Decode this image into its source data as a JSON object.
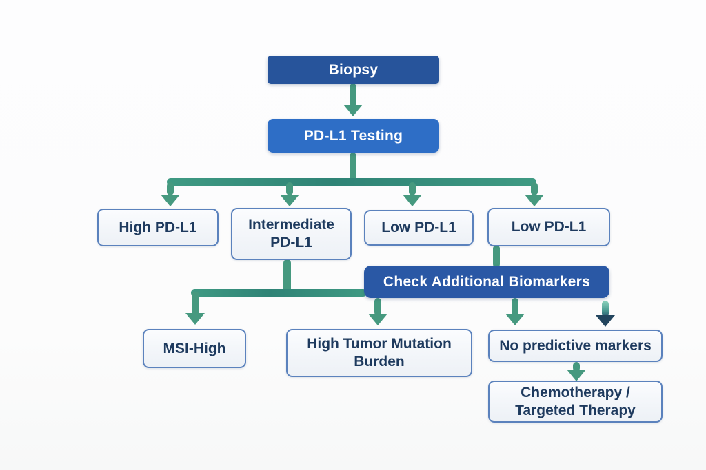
{
  "diagram": {
    "type": "flowchart",
    "subject": "PD-L1 biomarker treatment decision pathway",
    "background": "#fcfcfc",
    "colors": {
      "dark_blue_node": "#27549b",
      "bright_blue_node": "#2e6ec6",
      "medium_blue_node": "#2a58a5",
      "light_node_fill": "#f4f7fa",
      "light_node_border": "#5b82bd",
      "light_node_text": "#1e3a5e",
      "blue_node_text": "#ffffff",
      "connector_teal": "#46997f",
      "connector_dark_navy": "#23455e"
    },
    "nodes": {
      "biopsy": {
        "label": "Biopsy",
        "style": "dark-blue"
      },
      "pdl1_testing": {
        "label": "PD-L1 Testing",
        "style": "bright-blue"
      },
      "high_pdl1": {
        "label": "High PD-L1",
        "style": "light"
      },
      "intermediate_pdl1": {
        "label": "Intermediate PD-L1",
        "style": "light"
      },
      "low_pdl1_1": {
        "label": "Low PD-L1",
        "style": "light"
      },
      "low_pdl1_2": {
        "label": "Low PD-L1",
        "style": "light"
      },
      "check_biomarkers": {
        "label": "Check Additional Biomarkers",
        "style": "medium-blue"
      },
      "msi_high": {
        "label": "MSI-High",
        "style": "light"
      },
      "high_tmb": {
        "label": "High Tumor Mutation Burden",
        "style": "light"
      },
      "no_predictive": {
        "label": "No predictive markers",
        "style": "light"
      },
      "chemo_targeted": {
        "label": "Chemotherapy / Targeted Therapy",
        "style": "light"
      }
    },
    "edges": [
      {
        "from": "Biopsy",
        "to": "PD-L1 Testing"
      },
      {
        "from": "PD-L1 Testing",
        "to": "High PD-L1"
      },
      {
        "from": "PD-L1 Testing",
        "to": "Intermediate PD-L1"
      },
      {
        "from": "PD-L1 Testing",
        "to": "Low PD-L1"
      },
      {
        "from": "PD-L1 Testing",
        "to": "Low PD-L1 (second)"
      },
      {
        "from": "Low PD-L1 (second)",
        "to": "Check Additional Biomarkers"
      },
      {
        "from": "Intermediate PD-L1",
        "to": "MSI-High"
      },
      {
        "from": "Intermediate PD-L1",
        "to": "Check Additional Biomarkers"
      },
      {
        "from": "Check Additional Biomarkers",
        "to": "High Tumor Mutation Burden"
      },
      {
        "from": "Check Additional Biomarkers",
        "to": "No predictive markers"
      },
      {
        "from": "Check Additional Biomarkers",
        "to": "No predictive markers (dark arrow)"
      },
      {
        "from": "No predictive markers",
        "to": "Chemotherapy / Targeted Therapy"
      }
    ]
  }
}
